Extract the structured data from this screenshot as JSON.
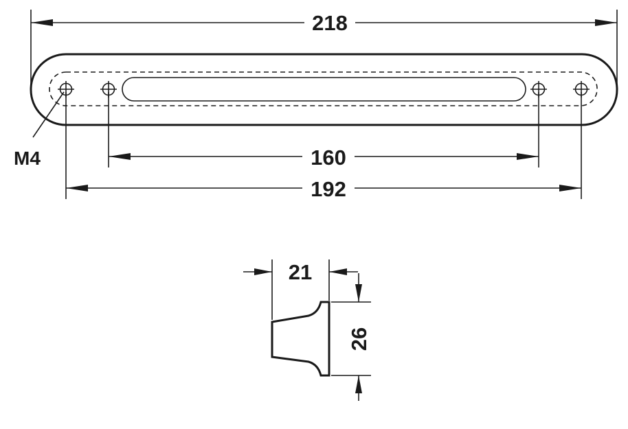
{
  "dimensions": {
    "overall_length": "218",
    "hole_center_inner": "160",
    "hole_center_outer": "192",
    "depth": "21",
    "height": "26"
  },
  "labels": {
    "thread": "M4"
  },
  "colors": {
    "line": "#1a1a1a",
    "background": "#ffffff"
  }
}
